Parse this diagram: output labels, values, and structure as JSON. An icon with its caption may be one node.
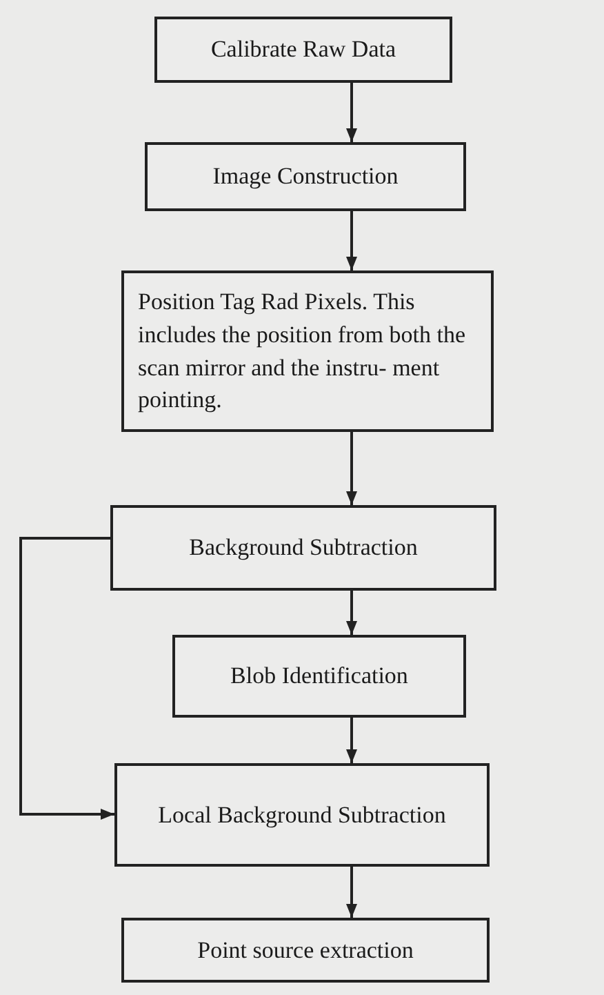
{
  "diagram": {
    "nodes": [
      {
        "text": [
          "Calibrate Raw Data"
        ]
      },
      {
        "text": [
          "Image Construction"
        ]
      },
      {
        "text": [
          "Position Tag Rad Pixels. This includes the position from both the scan mirror and the instru- ment pointing."
        ]
      },
      {
        "text": [
          "Background Subtraction"
        ]
      },
      {
        "text": [
          "Blob Identification"
        ]
      },
      {
        "text": [
          "Local Background Subtraction"
        ]
      },
      {
        "text": [
          "Point source extraction"
        ]
      }
    ],
    "edges": [
      {
        "from": 0,
        "to": 1,
        "arrow": "to"
      },
      {
        "from": 1,
        "to": 2,
        "arrow": "to"
      },
      {
        "from": 2,
        "to": 3,
        "arrow": "to"
      },
      {
        "from": 3,
        "to": 4,
        "arrow": "to"
      },
      {
        "from": 4,
        "to": 5,
        "arrow": "to"
      },
      {
        "from": 3,
        "to": 5,
        "arrow": "to"
      },
      {
        "from": 5,
        "to": 6,
        "arrow": "to"
      }
    ]
  }
}
